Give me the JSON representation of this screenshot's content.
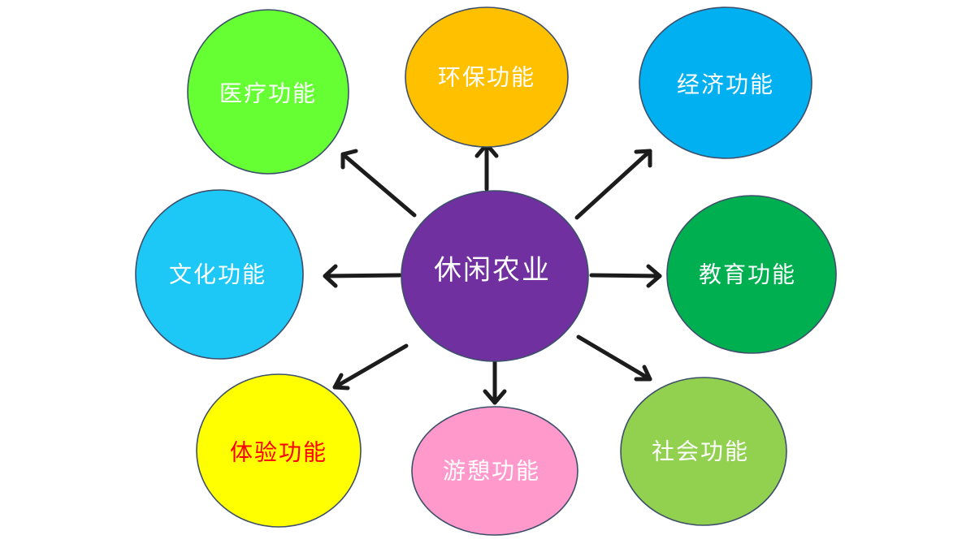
{
  "center": {
    "label": "休闲农业",
    "color": "#7030a0",
    "text_color": "#ffffff"
  },
  "nodes": [
    {
      "id": "medical",
      "label": "医疗功能",
      "color": "#66ff33",
      "text_color": "#ffffff"
    },
    {
      "id": "environment",
      "label": "环保功能",
      "color": "#ffc000",
      "text_color": "#ffffff"
    },
    {
      "id": "economy",
      "label": "经济功能",
      "color": "#00b0f0",
      "text_color": "#ffffff"
    },
    {
      "id": "culture",
      "label": "文化功能",
      "color": "#1ec8f6",
      "text_color": "#ffffff"
    },
    {
      "id": "education",
      "label": "教育功能",
      "color": "#00b050",
      "text_color": "#ffffff"
    },
    {
      "id": "experience",
      "label": "体验功能",
      "color": "#ffff00",
      "text_color": "#ff0000"
    },
    {
      "id": "leisure",
      "label": "游憩功能",
      "color": "#ff99cc",
      "text_color": "#ffffff"
    },
    {
      "id": "social",
      "label": "社会功能",
      "color": "#92d050",
      "text_color": "#ffffff"
    }
  ],
  "arrow_color": "#1c1c1c"
}
